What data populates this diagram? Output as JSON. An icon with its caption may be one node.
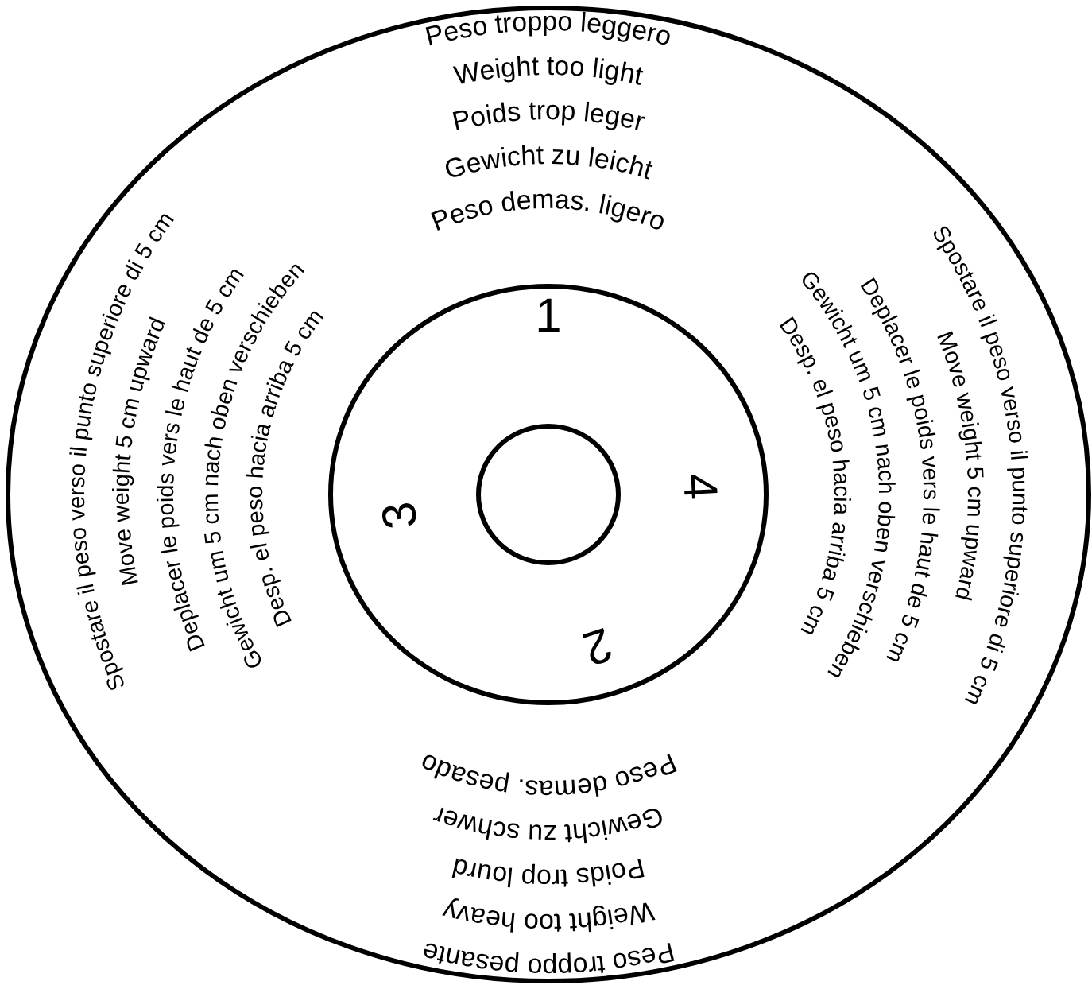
{
  "diagram": {
    "nodes": [
      {
        "text": [
          "Peso troppo leggero",
          "Weight too light",
          "Poids trop leger",
          "Gewicht zu leicht",
          "Peso demas. ligero",
          "Spostare il peso verso il punto superiore di 5 cm",
          "Move weight 5 cm upward",
          "Deplacer le poids vers le haut de 5 cm",
          "Gewicht um 5 cm nach oben verschieben",
          "Desp. el peso hacia arriba 5 cm",
          "Peso demas. pesado",
          "Gewicht zu schwer",
          "Poids trop lourd",
          "Weight too heavy",
          "Peso troppo pesante",
          "Spostare il peso verso il punto superiore di 5 cm",
          "Move weight 5 cm upward",
          "Deplacer le poids vers le haut de 5 cm",
          "Gewicht um 5 cm nach oben verschieben",
          "Desp. el peso hacia arriba 5 cm"
        ]
      },
      {
        "text": [
          "1",
          "4",
          "2",
          "3"
        ],
        "in": 0
      },
      {
        "text": [],
        "shape": "circle",
        "in": 1
      }
    ]
  }
}
